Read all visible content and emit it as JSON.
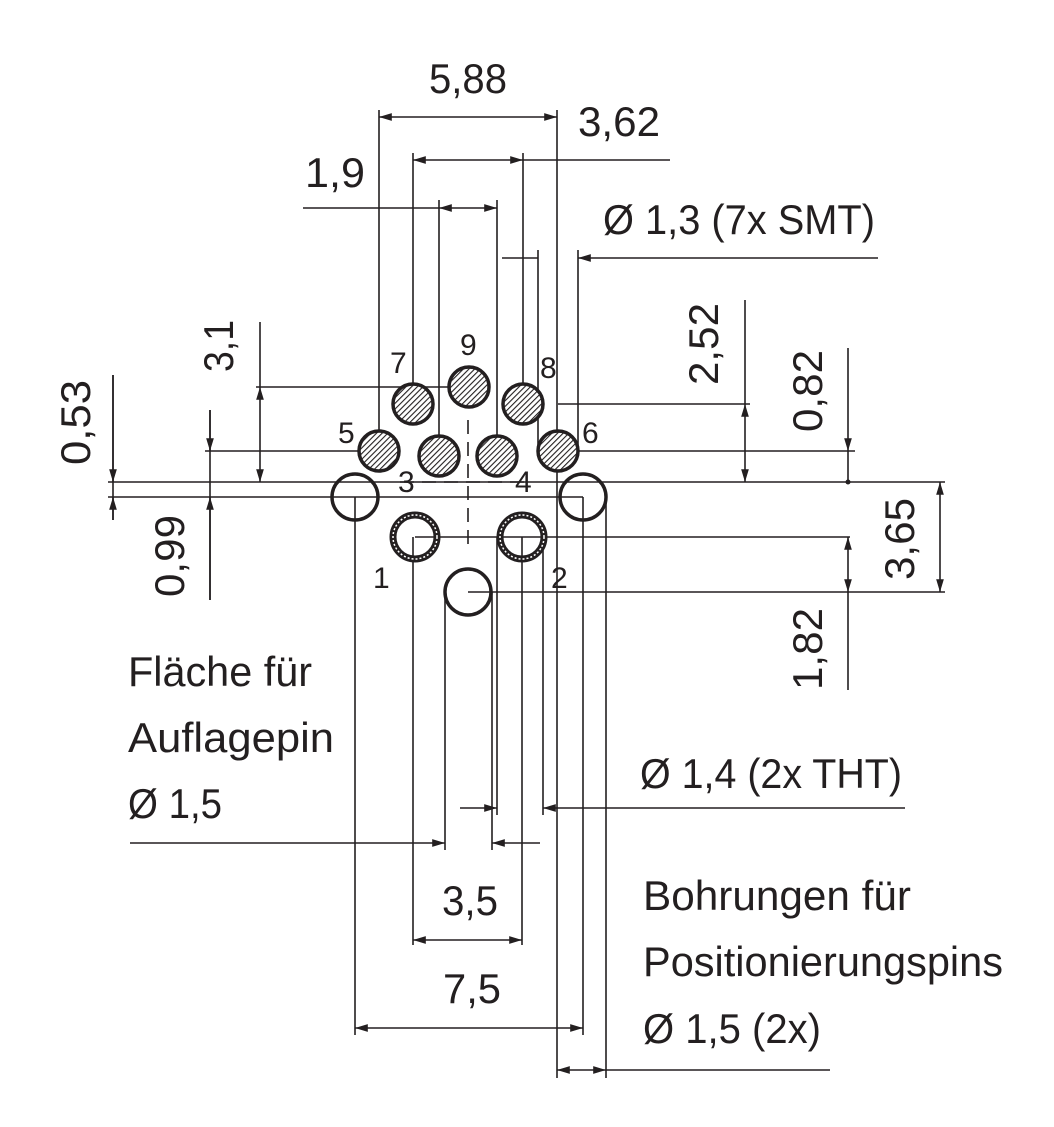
{
  "dimensions": {
    "d588": "5,88",
    "d362": "3,62",
    "d19": "1,9",
    "smt": "Ø 1,3 (7x SMT)",
    "d252": "2,52",
    "d082": "0,82",
    "d31": "3,1",
    "d053": "0,53",
    "d099": "0,99",
    "d365": "3,65",
    "d182": "1,82",
    "tht": "Ø 1,4 (2x THT)",
    "d35": "3,5",
    "d75": "7,5"
  },
  "pins": {
    "p1": "1",
    "p2": "2",
    "p3": "3",
    "p4": "4",
    "p5": "5",
    "p6": "6",
    "p7": "7",
    "p8": "8",
    "p9": "9"
  },
  "notes": {
    "support": [
      "Fläche für",
      "Auflagepin",
      "Ø 1,5"
    ],
    "positioning": [
      "Bohrungen für",
      "Positionierungspins",
      "Ø 1,5 (2x)"
    ]
  },
  "colors": {
    "ink": "#231f20"
  }
}
